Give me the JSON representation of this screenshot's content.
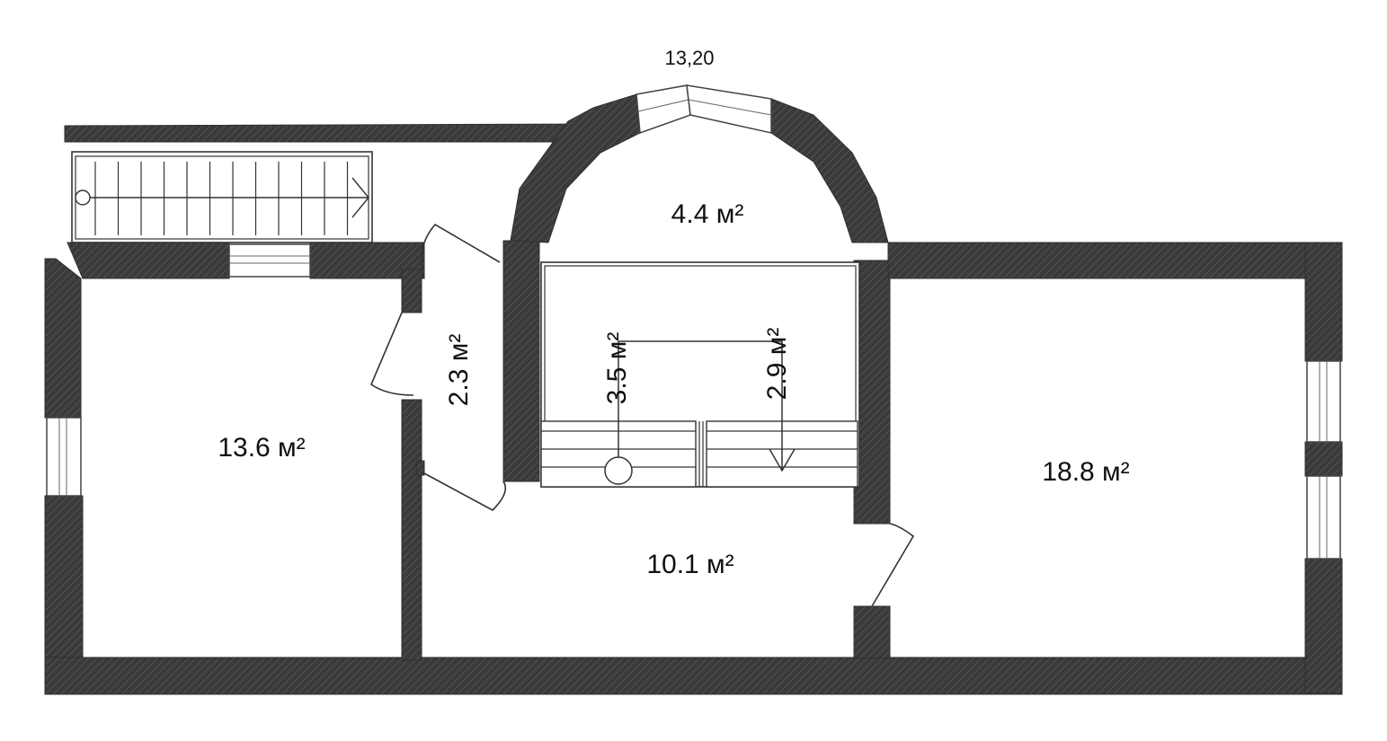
{
  "plan": {
    "dimension_label": "13,20",
    "rooms": [
      {
        "id": "room-13-6",
        "area": "13.6 м²"
      },
      {
        "id": "room-2-3",
        "area": "2.3 м²"
      },
      {
        "id": "room-4-4",
        "area": "4.4 м²"
      },
      {
        "id": "room-3-5",
        "area": "3.5 м²"
      },
      {
        "id": "room-2-9",
        "area": "2.9 м²"
      },
      {
        "id": "room-10-1",
        "area": "10.1 м²"
      },
      {
        "id": "room-18-8",
        "area": "18.8 м²"
      }
    ],
    "colors": {
      "wall": "#3a3a3a",
      "hatch": "#6b6b6b",
      "background": "#ffffff",
      "line": "#333333"
    }
  }
}
